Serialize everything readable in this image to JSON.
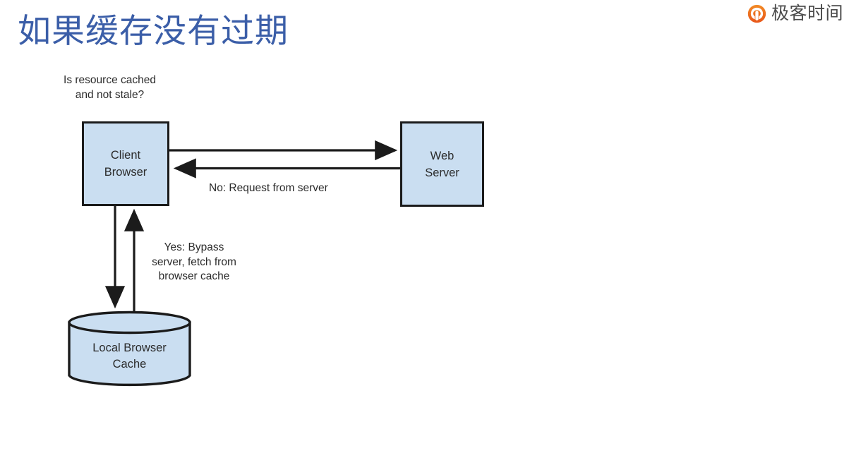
{
  "slide": {
    "title": "如果缓存没有过期",
    "title_color": "#3b5ea8",
    "background_color": "#ffffff"
  },
  "brand": {
    "name": "极客时间",
    "logo_icon": "geektime-circle-logo-icon",
    "logo_color": "#ef6a1d",
    "text_color": "#4a4a4a"
  },
  "diagram": {
    "type": "flowchart",
    "node_fill": "#cadef1",
    "node_stroke": "#1b1b1b",
    "nodes": [
      {
        "id": "client-browser",
        "label": "Client\nBrowser",
        "shape": "rectangle"
      },
      {
        "id": "web-server",
        "label": "Web\nServer",
        "shape": "rectangle"
      },
      {
        "id": "local-cache",
        "label": "Local Browser\nCache",
        "shape": "cylinder"
      }
    ],
    "annotations": [
      {
        "id": "question",
        "text": "Is resource cached\nand not stale?"
      },
      {
        "id": "edge-no",
        "text": "No: Request from server"
      },
      {
        "id": "edge-yes",
        "text": "Yes: Bypass\nserver, fetch from\nbrowser cache"
      }
    ],
    "edges": [
      {
        "id": "client-to-server",
        "from": "client-browser",
        "to": "web-server",
        "direction": "right",
        "label": ""
      },
      {
        "id": "server-to-client",
        "from": "web-server",
        "to": "client-browser",
        "direction": "left",
        "label": "No: Request from server"
      },
      {
        "id": "client-to-cache",
        "from": "client-browser",
        "to": "local-cache",
        "direction": "down",
        "label": ""
      },
      {
        "id": "cache-to-client",
        "from": "local-cache",
        "to": "client-browser",
        "direction": "up",
        "label": "Yes: Bypass\nserver, fetch from\nbrowser cache"
      }
    ]
  }
}
